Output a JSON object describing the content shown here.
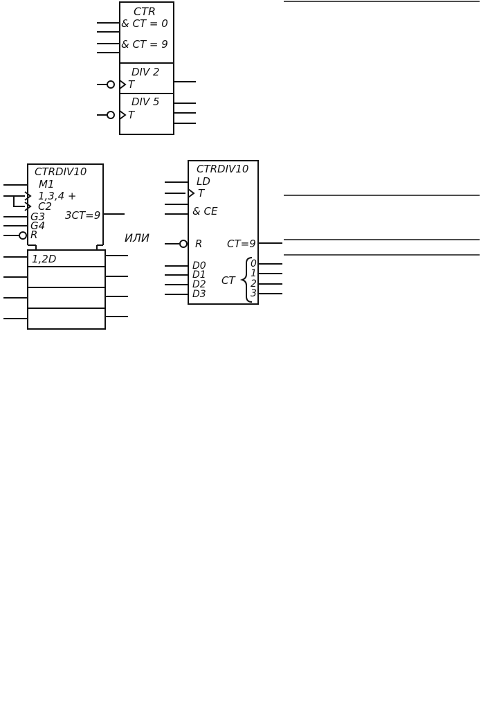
{
  "block_ctr": {
    "title": "CTR",
    "ct0": "& CT = 0",
    "ct9": "& CT = 9",
    "div2": "DIV 2",
    "div5": "DIV 5",
    "t1": "T",
    "t2": "T"
  },
  "block_left": {
    "title": "CTRDIV10",
    "m1": "M1",
    "in134": "1,3,4 +",
    "c2": "C2",
    "g3": "G3",
    "ct9": "3CT=9",
    "g4": "G4",
    "r": "R",
    "d": "1,2D"
  },
  "or_label": "ИЛИ",
  "block_right": {
    "title": "CTRDIV10",
    "ld": "LD",
    "t": "T",
    "ce": "& CE",
    "r": "R",
    "ct9": "CT=9",
    "d0": "D0",
    "d1": "D1",
    "d2": "D2",
    "d3": "D3",
    "ct": "CT",
    "o0": "0",
    "o1": "1",
    "o2": "2",
    "o3": "3"
  }
}
